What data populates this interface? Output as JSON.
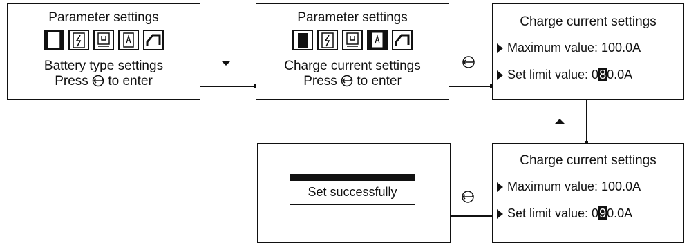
{
  "panel1": {
    "title": "Parameter settings",
    "line1": "Battery type settings",
    "line2_pre": "Press",
    "line2_post": "to enter"
  },
  "panel2": {
    "title": "Parameter settings",
    "line1": "Charge current settings",
    "line2_pre": "Press",
    "line2_post": "to enter"
  },
  "panel3": {
    "title": "Charge current settings",
    "row1": "Maximum value: 100.0A",
    "row2_pre": "Set limit value: 0",
    "row2_hl": "8",
    "row2_post": "0.0A"
  },
  "panel4": {
    "title": "Charge current settings",
    "row1": "Maximum value: 100.0A",
    "row2_pre": "Set limit value: 0",
    "row2_hl": "9",
    "row2_post": "0.0A"
  },
  "panel5": {
    "message": "Set successfully"
  },
  "icons": [
    "battery-type-icon",
    "charge-icon",
    "discharge-icon",
    "battery-capacity-icon",
    "curve-icon"
  ]
}
